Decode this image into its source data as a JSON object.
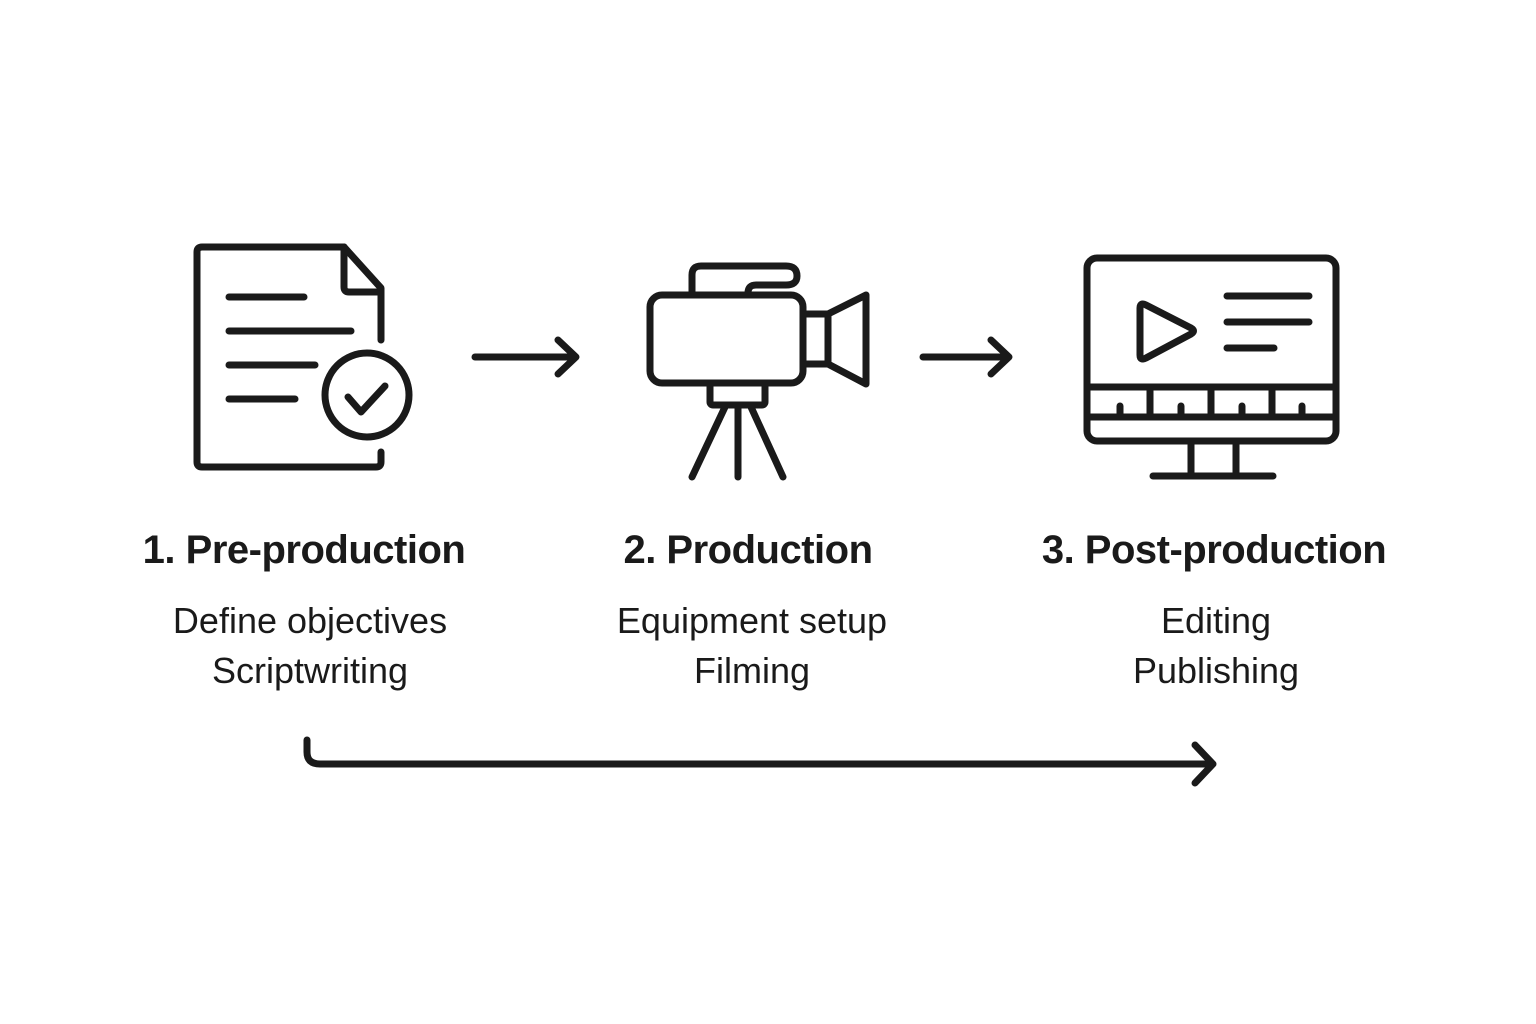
{
  "diagram": {
    "type": "process-flow",
    "stages": [
      {
        "number": "1.",
        "title": "1. Pre-production",
        "icon": "document-check-icon",
        "tasks": [
          "Define objectives",
          "Scriptwriting"
        ]
      },
      {
        "number": "2.",
        "title": "2. Production",
        "icon": "video-camera-tripod-icon",
        "tasks": [
          "Equipment setup",
          "Filming"
        ]
      },
      {
        "number": "3.",
        "title": "3. Post-production",
        "icon": "monitor-video-editing-icon",
        "tasks": [
          "Editing",
          "Publishing"
        ]
      }
    ],
    "connectors": [
      {
        "from": "1. Pre-production",
        "to": "2. Production",
        "type": "arrow-right"
      },
      {
        "from": "2. Production",
        "to": "3. Post-production",
        "type": "arrow-right"
      },
      {
        "from": "1. Pre-production",
        "to": "3. Post-production",
        "type": "bottom-flow-arrow"
      }
    ],
    "colors": {
      "stroke": "#1a1a1a",
      "background": "#ffffff"
    }
  }
}
